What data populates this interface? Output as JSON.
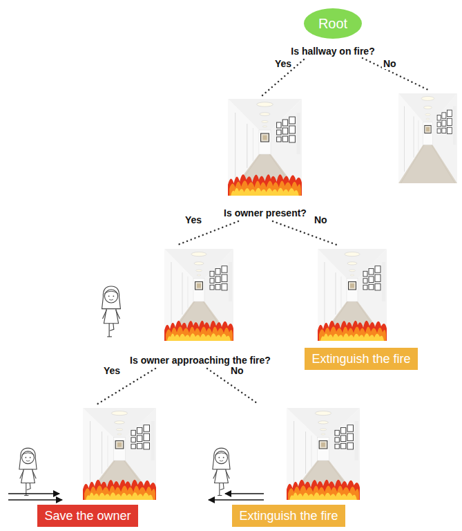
{
  "diagram": {
    "nodes": [
      {
        "text": [
          "Root",
          "Is hallway on fire?"
        ]
      },
      {
        "text": [
          "Is owner present?"
        ]
      },
      {
        "text": [
          "Is owner approaching the fire?"
        ]
      },
      {
        "text": [
          "Extinguish the fire"
        ]
      },
      {
        "text": [
          "Save the owner"
        ]
      },
      {
        "text": [
          "Extinguish the fire"
        ]
      }
    ],
    "edges": [
      {
        "from": 0,
        "to": 1,
        "label": "Yes",
        "arrow": "none"
      },
      {
        "from": 1,
        "to": 2,
        "label": "Yes",
        "arrow": "none"
      },
      {
        "from": 1,
        "to": 3,
        "label": "No",
        "arrow": "none"
      },
      {
        "from": 2,
        "to": 4,
        "label": "Yes",
        "arrow": "none"
      },
      {
        "from": 2,
        "to": 5,
        "label": "No",
        "arrow": "none"
      }
    ],
    "labels": [
      "No"
    ]
  }
}
